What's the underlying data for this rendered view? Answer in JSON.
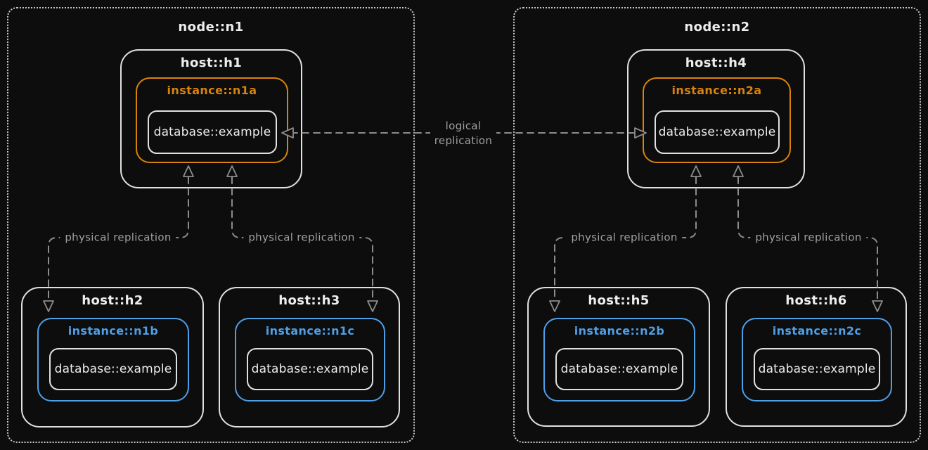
{
  "diagram": {
    "nodes": [
      {
        "title": "node::n1"
      },
      {
        "title": "node::n2"
      }
    ],
    "hosts": [
      {
        "title": "host::h1",
        "instance_title": "instance::n1a",
        "database_label": "database::example"
      },
      {
        "title": "host::h2",
        "instance_title": "instance::n1b",
        "database_label": "database::example"
      },
      {
        "title": "host::h3",
        "instance_title": "instance::n1c",
        "database_label": "database::example"
      },
      {
        "title": "host::h4",
        "instance_title": "instance::n2a",
        "database_label": "database::example"
      },
      {
        "title": "host::h5",
        "instance_title": "instance::n2b",
        "database_label": "database::example"
      },
      {
        "title": "host::h6",
        "instance_title": "instance::n2c",
        "database_label": "database::example"
      }
    ],
    "edge_labels": {
      "logical": "logical replication",
      "physical": [
        "physical replication",
        "physical replication",
        "physical replication",
        "physical replication"
      ]
    },
    "colors": {
      "background": "#0d0d0d",
      "box_border": "#e0e0e0",
      "node_border": "#c9c9c9",
      "text": "#ededed",
      "primary_accent": "#d9830f",
      "replica_accent": "#4f9fe6",
      "edge": "#8c8c8c",
      "edge_label": "#a0a0a0"
    }
  }
}
